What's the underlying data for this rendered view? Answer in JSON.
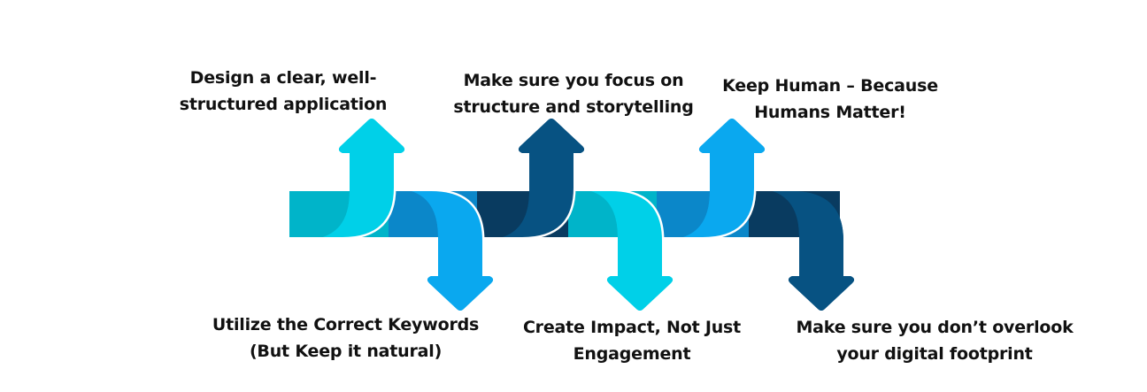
{
  "diagram": {
    "type": "alternating-arrow-flow",
    "steps": [
      {
        "direction": "up",
        "label_lines": [
          "Design a clear, well-",
          "structured application"
        ],
        "bar_color": "#00b4c9",
        "arrow_color": "#00d0e8"
      },
      {
        "direction": "down",
        "label_lines": [
          "Utilize the Correct Keywords",
          "(But Keep it natural)"
        ],
        "bar_color": "#0b87c9",
        "arrow_color": "#0aa8ef"
      },
      {
        "direction": "up",
        "label_lines": [
          "Make sure you focus on",
          "structure and storytelling"
        ],
        "bar_color": "#093b60",
        "arrow_color": "#075282"
      },
      {
        "direction": "down",
        "label_lines": [
          "Create Impact, Not Just",
          "Engagement"
        ],
        "bar_color": "#00b4c9",
        "arrow_color": "#00d0e8"
      },
      {
        "direction": "up",
        "label_lines": [
          "Keep Human – Because",
          "Humans Matter!"
        ],
        "bar_color": "#0b87c9",
        "arrow_color": "#0aa8ef"
      },
      {
        "direction": "down",
        "label_lines": [
          "Make sure you don’t overlook",
          "your digital footprint"
        ],
        "bar_color": "#093b60",
        "arrow_color": "#075282"
      }
    ]
  }
}
